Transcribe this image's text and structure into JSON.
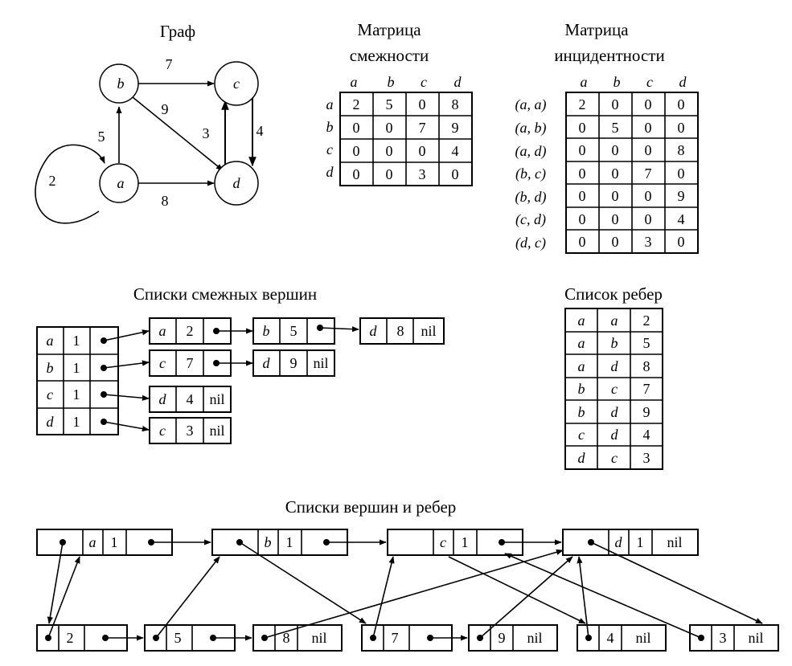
{
  "titles": {
    "graph": "Граф",
    "adjacency_matrix": [
      "Матрица",
      "смежности"
    ],
    "incidence_matrix": [
      "Матрица",
      "инцидентности"
    ],
    "adjacency_lists": "Списки смежных вершин",
    "edge_list": "Список ребер",
    "vertex_edge_lists": "Списки вершин и ребер"
  },
  "graph": {
    "vertices": [
      "a",
      "b",
      "c",
      "d"
    ],
    "edges": [
      {
        "from": "a",
        "to": "a",
        "weight": "2"
      },
      {
        "from": "a",
        "to": "b",
        "weight": "5"
      },
      {
        "from": "a",
        "to": "d",
        "weight": "8"
      },
      {
        "from": "b",
        "to": "c",
        "weight": "7"
      },
      {
        "from": "b",
        "to": "d",
        "weight": "9"
      },
      {
        "from": "c",
        "to": "d",
        "weight": "4"
      },
      {
        "from": "d",
        "to": "c",
        "weight": "3"
      }
    ]
  },
  "adjacency_matrix": {
    "col_headers": [
      "a",
      "b",
      "c",
      "d"
    ],
    "row_headers": [
      "a",
      "b",
      "c",
      "d"
    ],
    "rows": [
      [
        "2",
        "5",
        "0",
        "8"
      ],
      [
        "0",
        "0",
        "7",
        "9"
      ],
      [
        "0",
        "0",
        "0",
        "4"
      ],
      [
        "0",
        "0",
        "3",
        "0"
      ]
    ]
  },
  "incidence_matrix": {
    "col_headers": [
      "a",
      "b",
      "c",
      "d"
    ],
    "row_headers": [
      "(a, a)",
      "(a, b)",
      "(a, d)",
      "(b, c)",
      "(b, d)",
      "(c, d)",
      "(d, c)"
    ],
    "rows": [
      [
        "2",
        "0",
        "0",
        "0"
      ],
      [
        "0",
        "5",
        "0",
        "0"
      ],
      [
        "0",
        "0",
        "0",
        "8"
      ],
      [
        "0",
        "0",
        "7",
        "0"
      ],
      [
        "0",
        "0",
        "0",
        "9"
      ],
      [
        "0",
        "0",
        "0",
        "4"
      ],
      [
        "0",
        "0",
        "3",
        "0"
      ]
    ]
  },
  "adjacency_lists": {
    "heads": [
      [
        "a",
        "1"
      ],
      [
        "b",
        "1"
      ],
      [
        "c",
        "1"
      ],
      [
        "d",
        "1"
      ]
    ],
    "lists": [
      [
        [
          "a",
          "2"
        ],
        [
          "b",
          "5"
        ],
        [
          "d",
          "8",
          "nil"
        ]
      ],
      [
        [
          "c",
          "7"
        ],
        [
          "d",
          "9",
          "nil"
        ]
      ],
      [
        [
          "d",
          "4",
          "nil"
        ]
      ],
      [
        [
          "c",
          "3",
          "nil"
        ]
      ]
    ]
  },
  "edge_list": {
    "rows": [
      [
        "a",
        "a",
        "2"
      ],
      [
        "a",
        "b",
        "5"
      ],
      [
        "a",
        "d",
        "8"
      ],
      [
        "b",
        "c",
        "7"
      ],
      [
        "b",
        "d",
        "9"
      ],
      [
        "c",
        "d",
        "4"
      ],
      [
        "d",
        "c",
        "3"
      ]
    ]
  },
  "vertex_edge_lists": {
    "vertices": [
      [
        "a",
        "1",
        ""
      ],
      [
        "b",
        "1",
        ""
      ],
      [
        "c",
        "1",
        ""
      ],
      [
        "d",
        "1",
        "nil"
      ]
    ],
    "edges": [
      [
        "2",
        ""
      ],
      [
        "5",
        ""
      ],
      [
        "8",
        "nil"
      ],
      [
        "7",
        ""
      ],
      [
        "9",
        "nil"
      ],
      [
        "4",
        "nil"
      ],
      [
        "3",
        "nil"
      ]
    ]
  }
}
